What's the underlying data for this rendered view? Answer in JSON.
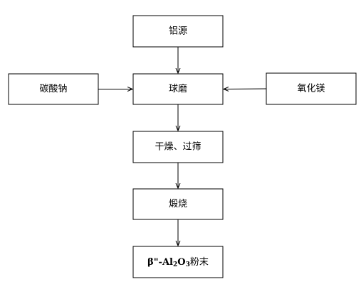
{
  "diagram": {
    "nodes": {
      "aluminum_source": "铝源",
      "sodium_carbonate": "碳酸钠",
      "ball_milling": "球磨",
      "magnesium_oxide": "氧化镁",
      "drying_sieving": "干燥、过筛",
      "calcination": "煅烧",
      "product": {
        "prefix": "β\"-Al",
        "sub1": "2",
        "mid": "O",
        "sub2": "3",
        "suffix": "粉末"
      }
    },
    "colors": {
      "stroke": "#000000",
      "background": "#ffffff"
    }
  }
}
